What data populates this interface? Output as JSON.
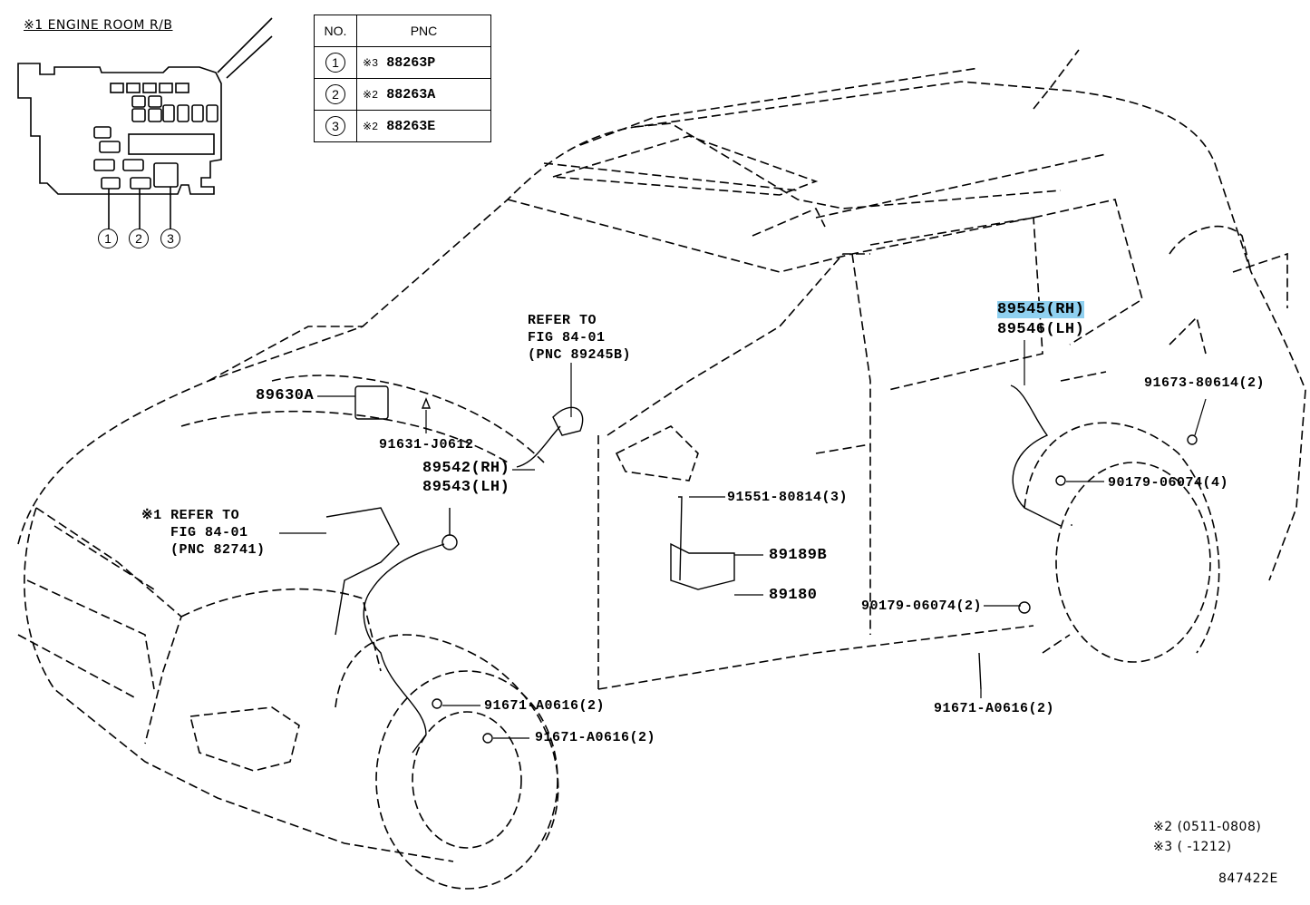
{
  "relay_block": {
    "title": "※1 ENGINE ROOM R/B",
    "circles": [
      "1",
      "2",
      "3"
    ]
  },
  "pnc_table": {
    "headers": [
      "NO.",
      "PNC"
    ],
    "rows": [
      {
        "no": "1",
        "note": "※3",
        "pnc": "88263P"
      },
      {
        "no": "2",
        "note": "※2",
        "pnc": "88263A"
      },
      {
        "no": "3",
        "note": "※2",
        "pnc": "88263E"
      }
    ]
  },
  "labels": {
    "p89630a": "89630A",
    "p91631": "91631-J0612",
    "refer1_line1": "REFER TO",
    "refer1_line2": "FIG 84-01",
    "refer1_line3": "(PNC 89245B)",
    "p89542": "89542(RH)",
    "p89543": "89543(LH)",
    "refer2_line1": "※1 REFER TO",
    "refer2_line2": "FIG 84-01",
    "refer2_line3": "(PNC 82741)",
    "p91551": "91551-80814(3)",
    "p89189b": "89189B",
    "p89180": "89180",
    "p90179a": "90179-06074(2)",
    "p89545": "89545(RH)",
    "p89546": "89546(LH)",
    "p91673": "91673-80614(2)",
    "p90179b": "90179-06074(4)",
    "p91671a": "91671-A0616(2)",
    "p91671b": "91671-A0616(2)",
    "p91671c": "91671-A0616(2)",
    "note2": "※2 (0511-0808)",
    "note3": "※3 (      -1212)",
    "figno": "847422E"
  },
  "colors": {
    "highlight": "#8fd0f0",
    "line": "#000000"
  }
}
